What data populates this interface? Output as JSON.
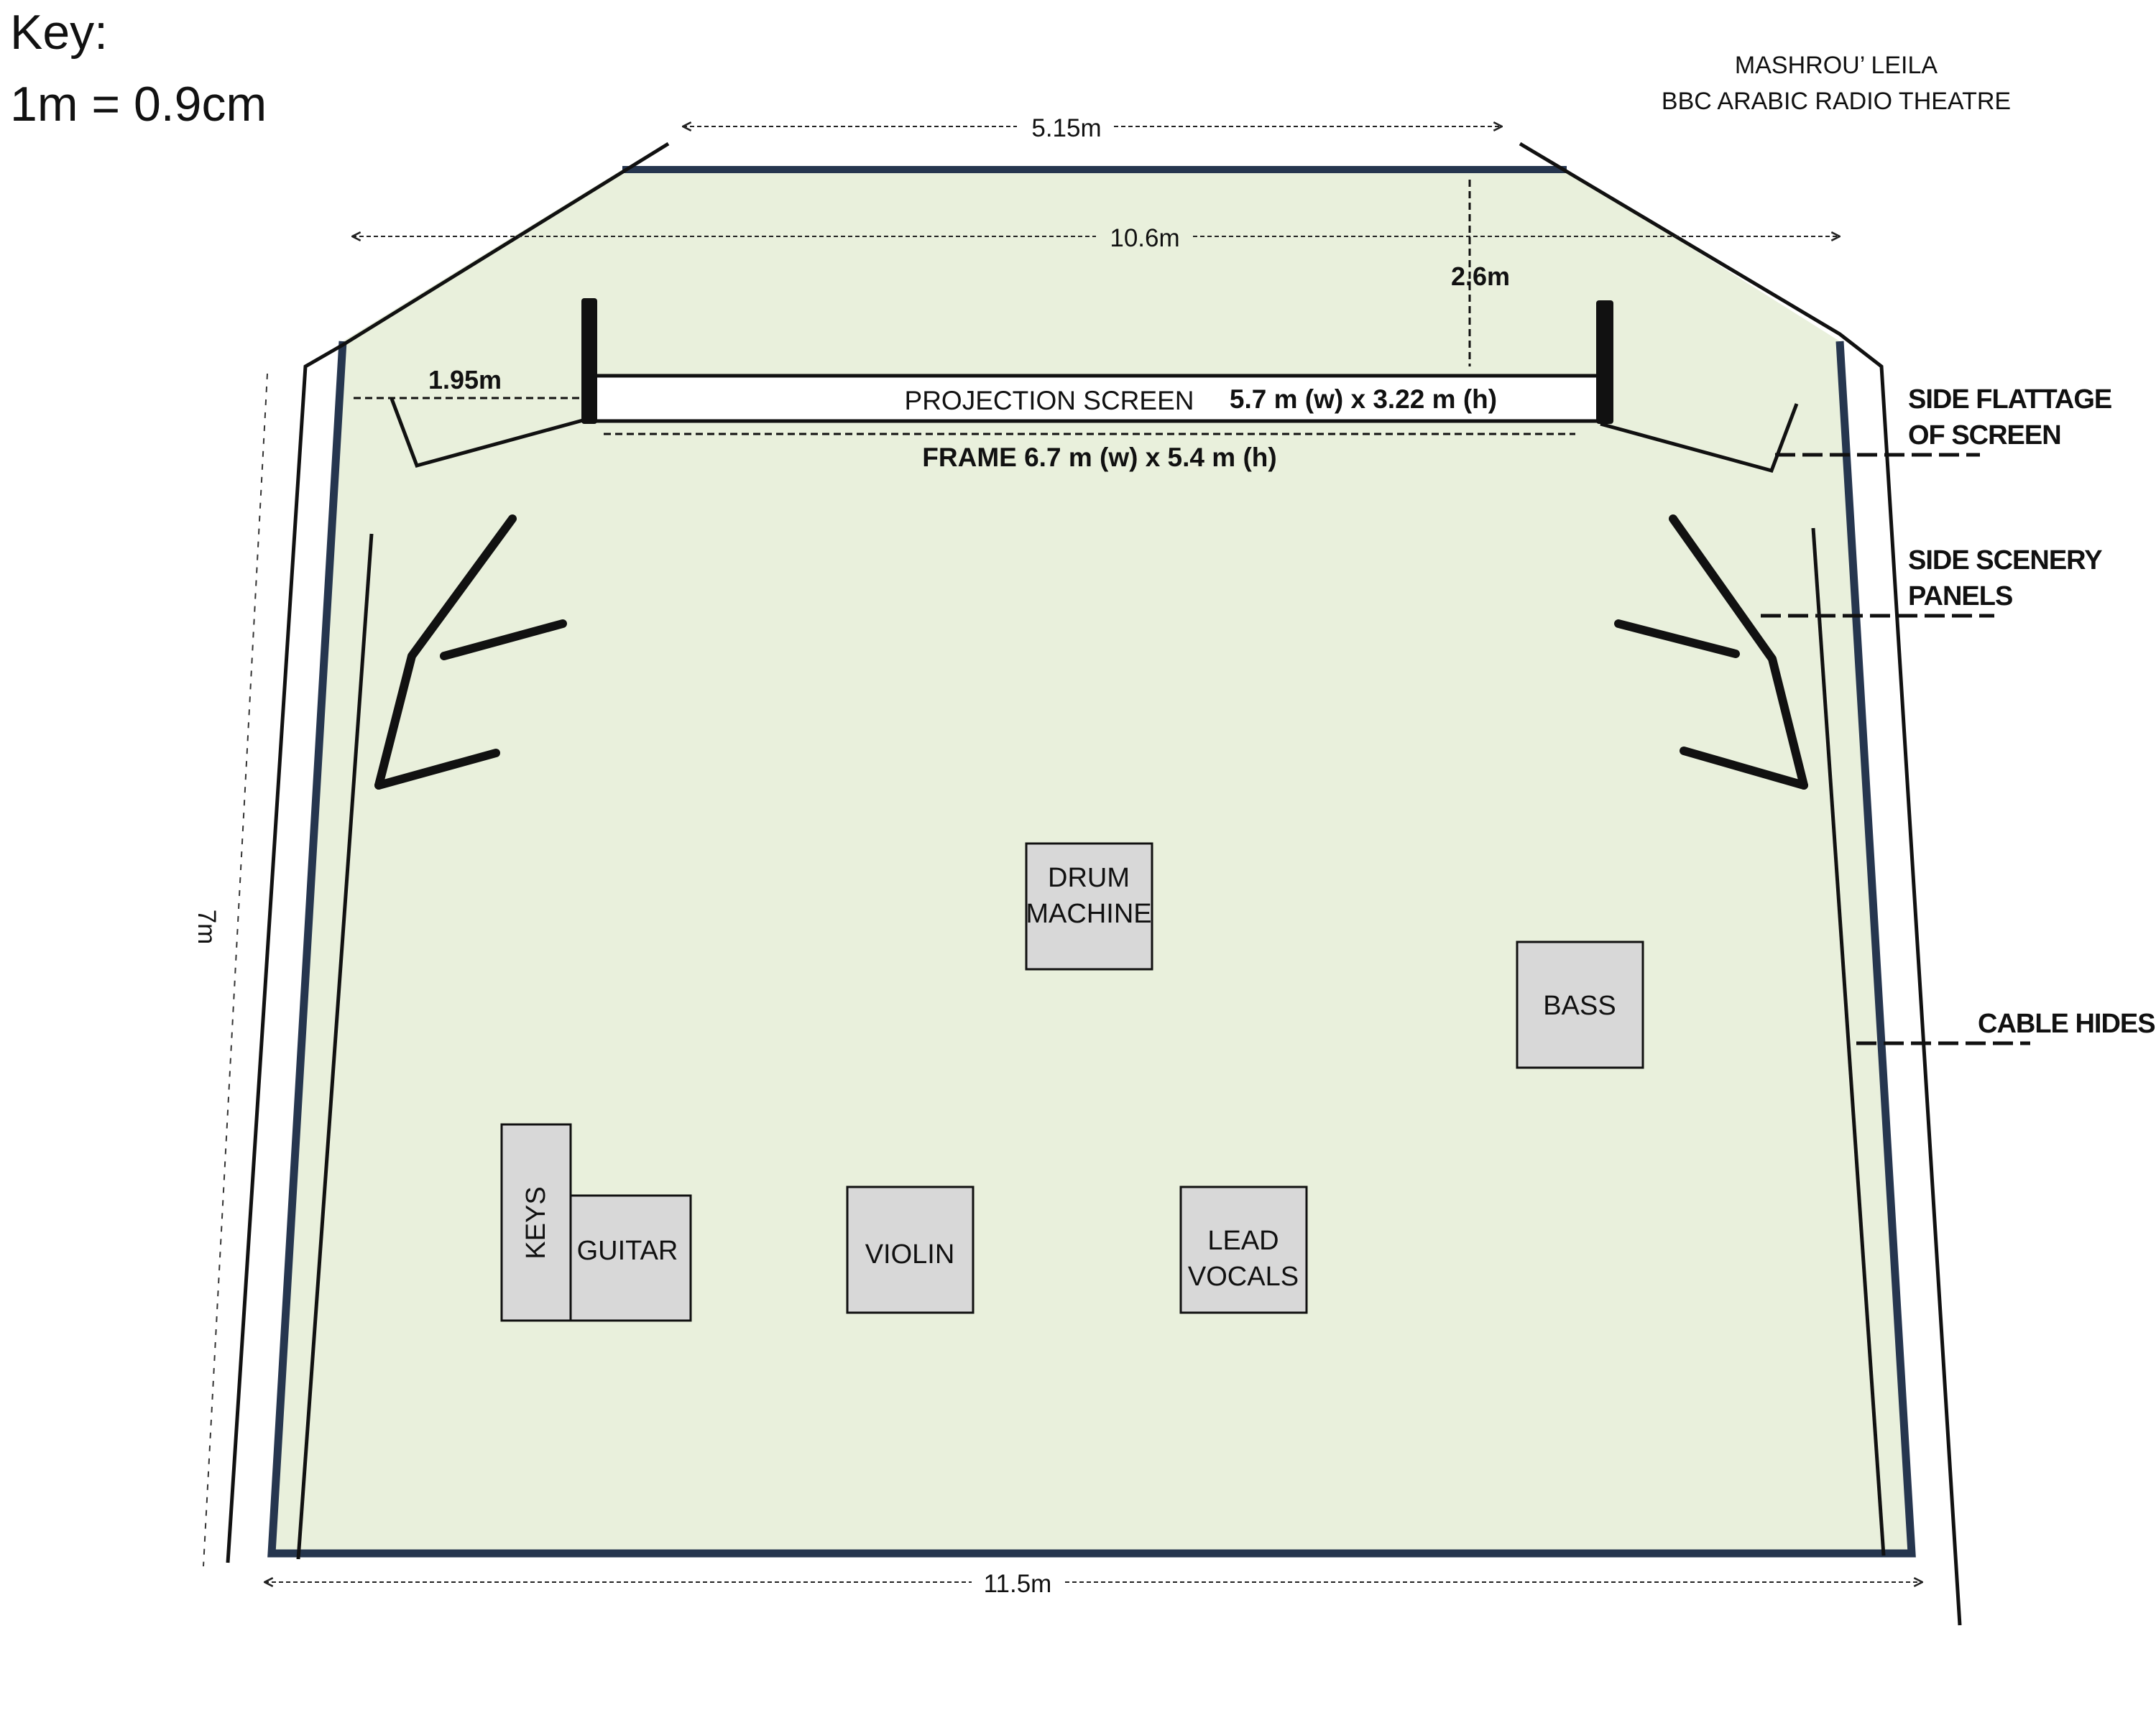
{
  "key": {
    "title": "Key:",
    "scale": "1m = 0.9cm"
  },
  "header": {
    "line1": "MASHROU’ LEILA",
    "line2": "BBC ARABIC RADIO THEATRE"
  },
  "dimensions": {
    "top_width": "5.15m",
    "mid_width": "10.6m",
    "depth_to_screen": "2.6m",
    "side_offset": "1.95m",
    "stage_depth": "7m",
    "bottom_width": "11.5m"
  },
  "screen": {
    "label": "PROJECTION SCREEN",
    "size": "5.7 m (w) x 3.22 m (h)",
    "frame": "FRAME 6.7 m (w) x 5.4 m (h)"
  },
  "callouts": {
    "side_flattage": [
      "SIDE FLATTAGE",
      "OF SCREEN"
    ],
    "side_scenery": [
      "SIDE SCENERY",
      "PANELS"
    ],
    "cable_hides": "CABLE HIDES"
  },
  "instruments": {
    "drum_machine": [
      "DRUM",
      "MACHINE"
    ],
    "bass": "BASS",
    "keys": "KEYS",
    "guitar": "GUITAR",
    "violin": "VIOLIN",
    "lead_vocals": [
      "LEAD",
      "VOCALS"
    ]
  },
  "colors": {
    "stage_fill": "#e9f0dc",
    "stage_border": "#26364f",
    "instrument_fill": "#d8d8d8"
  }
}
